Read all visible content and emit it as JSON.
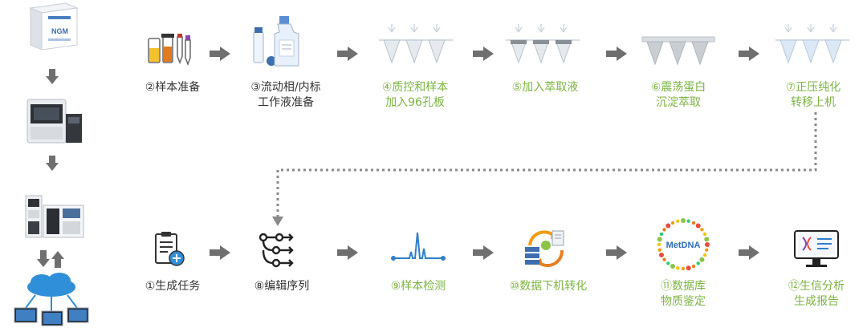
{
  "left_column": {
    "box_label": "NGM"
  },
  "row1": [
    {
      "id": "2",
      "lines": [
        "②样本准备"
      ],
      "color": "dark"
    },
    {
      "id": "3",
      "lines": [
        "③流动相/内标",
        "工作液准备"
      ],
      "color": "dark"
    },
    {
      "id": "4",
      "lines": [
        "④质控和样本",
        "加入96孔板"
      ],
      "color": "green"
    },
    {
      "id": "5",
      "lines": [
        "⑤加入萃取液"
      ],
      "color": "green"
    },
    {
      "id": "6",
      "lines": [
        "⑥震荡蛋白",
        "沉淀萃取"
      ],
      "color": "green"
    },
    {
      "id": "7",
      "lines": [
        "⑦正压纯化",
        "转移上机"
      ],
      "color": "green"
    }
  ],
  "row2": [
    {
      "id": "1",
      "lines": [
        "①生成任务"
      ],
      "color": "dark"
    },
    {
      "id": "8",
      "lines": [
        "⑧编辑序列"
      ],
      "color": "dark"
    },
    {
      "id": "9",
      "lines": [
        "⑨样本检测"
      ],
      "color": "green"
    },
    {
      "id": "10",
      "lines": [
        "⑩数据下机转化"
      ],
      "color": "green"
    },
    {
      "id": "11",
      "lines": [
        "⑪数据库",
        "物质鉴定"
      ],
      "color": "green"
    },
    {
      "id": "12",
      "lines": [
        "⑫生信分析",
        "生成报告"
      ],
      "color": "green"
    }
  ],
  "metdna_label": "MetDNA",
  "colors": {
    "dark_text": "#333333",
    "green_text": "#7cb342",
    "arrow": "#6f6f6f",
    "dotted": "#8a8a8a"
  }
}
